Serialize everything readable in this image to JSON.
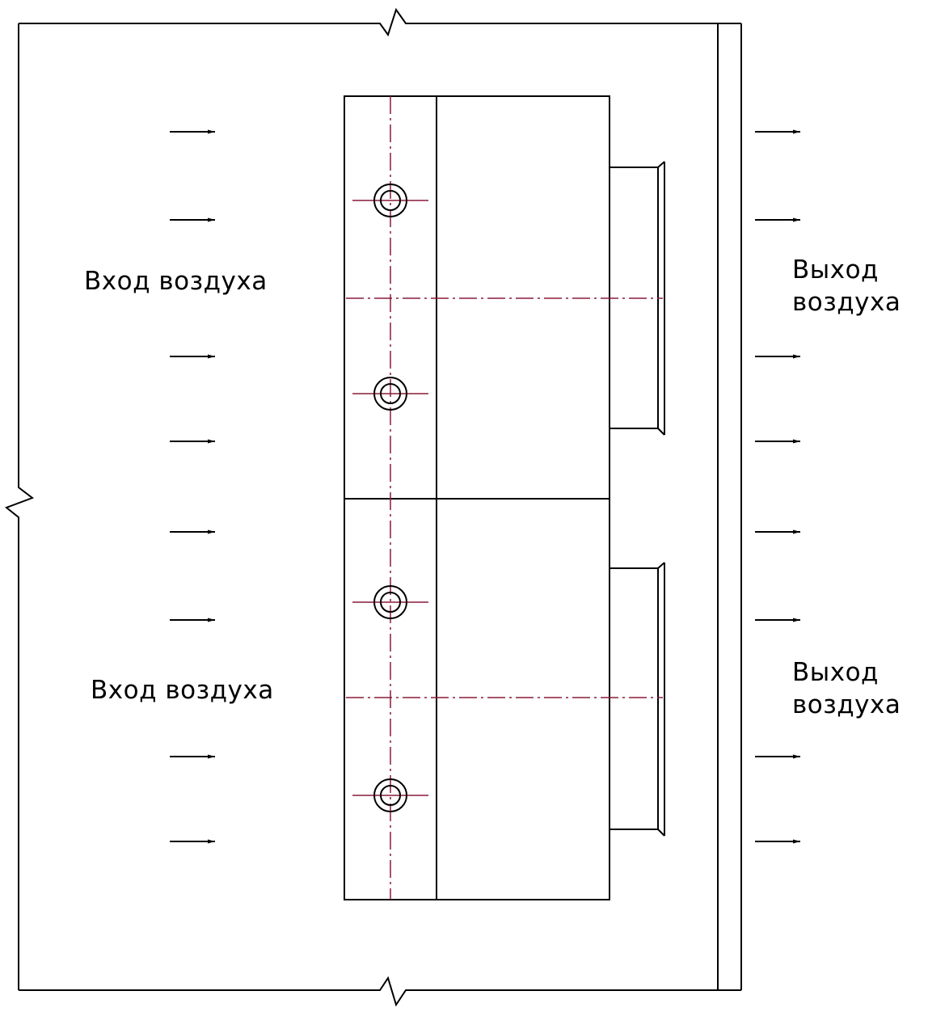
{
  "labels": {
    "inlet_top": "Вход воздуха",
    "inlet_bottom": "Вход воздуха",
    "outlet_top": "Выход воздуха",
    "outlet_bottom": "Выход воздуха"
  },
  "colors": {
    "line": "#000000",
    "centerline": "#8b1a3a",
    "background": "#ffffff"
  },
  "elements": {
    "arrow_icon": "arrow-right-icon",
    "inlet_arrow_count": 8,
    "outlet_arrow_count": 8,
    "fan_units": 2,
    "connection_ports": 4
  }
}
